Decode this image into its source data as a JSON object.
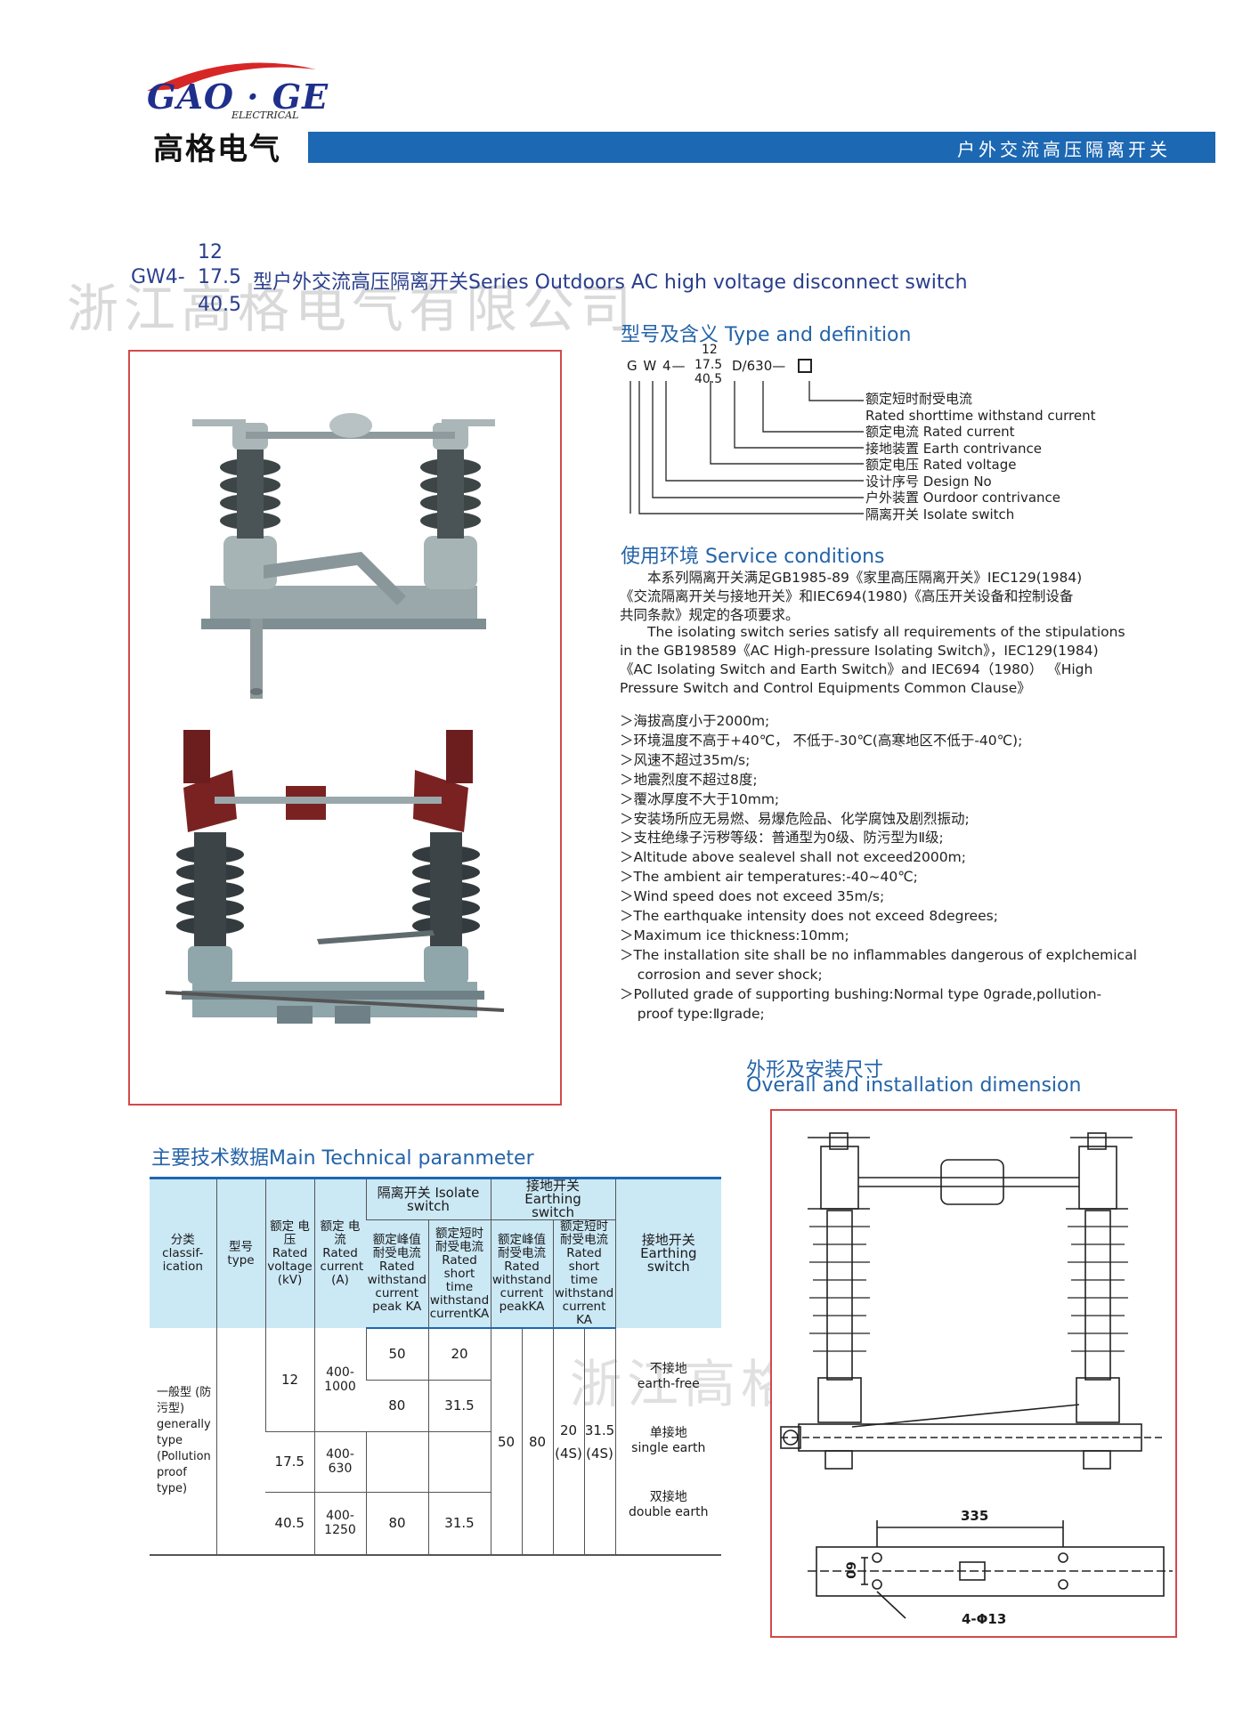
{
  "header": {
    "logo_latin": "GAO · GE",
    "logo_sub": "ELECTRICAL",
    "logo_cn": "高格电气",
    "bar_title": "户外交流高压隔离开关"
  },
  "title": {
    "prefix": "GW4-",
    "v1": "12",
    "v2": "17.5",
    "v3": "40.5",
    "rest": "型户外交流高压隔离开关Series Outdoors AC high voltage disconnect switch"
  },
  "watermark": "浙江高格电气有限公司",
  "type_def": {
    "heading": "型号及含义  Type and definition",
    "code_left": "G  W  4—",
    "code_v1": "12",
    "code_v2": "17.5",
    "code_v3": "40.5",
    "code_right": "D/630—",
    "lines": [
      "额定短时耐受电流",
      "Rated shorttime withstand current",
      "额定电流 Rated current",
      "接地装置 Earth contrivance",
      "额定电压 Rated voltage",
      "设计序号 Design No",
      "户外装置 Ourdoor contrivance",
      "隔离开关 Isolate switch"
    ]
  },
  "service": {
    "heading": "使用环境 Service conditions",
    "para_cn": [
      "本系列隔离开关满足GB1985-89《家里高压隔离开关》IEC129(1984)",
      "《交流隔离开关与接地开关》和IEC694(1980)《高压开关设备和控制设备",
      "共同条款》规定的各项要求。"
    ],
    "para_en": [
      "The isolating switch series satisfy all requirements of the stipulations",
      "in the GB198589《AC High-pressure Isolating Switch》，IEC129(1984)",
      "《AC Isolating Switch and Earth Switch》and IEC694（1980） 《High",
      "Pressure Switch and Control Equipments Common Clause》"
    ],
    "conditions": [
      "＞海拔高度小于2000m;",
      "＞环境温度不高于+40℃， 不低于-30℃(高寒地区不低于-40℃);",
      "＞风速不超过35m/s;",
      "＞地震烈度不超过8度;",
      "＞覆冰厚度不大于10mm;",
      "＞安装场所应无易燃、易爆危险品、化学腐蚀及剧烈振动;",
      "＞支柱绝缘子污秽等级：普通型为0级、防污型为Ⅱ级;",
      "＞Altitude above sealevel shall not exceed2000m;",
      "＞The ambient air temperatures:-40~40℃;",
      "＞Wind speed does not exceed 35m/s;",
      "＞The earthquake intensity does not exceed 8degrees;",
      "＞Maximum ice thickness:10mm;",
      "＞The installation site shall be no inflammables dangerous of explchemical",
      "    corrosion and sever shock;",
      "＞Polluted grade of supporting bushing:Normal type 0grade,pollution-",
      "    proof type:Ⅱgrade;"
    ]
  },
  "dimension": {
    "heading_cn": "外形及安装尺寸",
    "heading_en": "Overall and installation dimension",
    "dim_335": "335",
    "dim_60": "60",
    "dim_holes": "4-Φ13"
  },
  "tech": {
    "heading": "主要技术数据Main Technical paranmeter",
    "h_class": "分类 classif- ication",
    "h_type": "型号 type",
    "h_voltage": "额定 电压 Rated voltage (kV)",
    "h_current": "额定 电流 Rated current (A)",
    "h_isolate": "隔离开关 Isolate switch",
    "h_earth": "接地开关 Earthing switch",
    "h_peak": "额定峰值 耐受电流 Rated withstand current peak KA",
    "h_short": "额定短时 耐受电流 Rated short time withstand currentKA",
    "h_epeak": "额定峰值 耐受电流 Rated withstand current peakKA",
    "h_eshort": "额定短时 耐受电流 Rated short time withstand current KA",
    "h_eswitch": "接地开关 Earthing switch",
    "class_label": "一般型 (防污型) generally type (Pollution proof type)",
    "r1_voltage": "12",
    "r1_current": "400-1000",
    "r1a_peak": "50",
    "r1a_short": "20",
    "r1b_peak": "80",
    "r1b_short": "31.5",
    "r2_voltage": "17.5",
    "r2_current": "400-630",
    "r3_voltage": "40.5",
    "r3_current": "400-1250",
    "r3_peak": "80",
    "r3_short": "31.5",
    "e_peak1": "50",
    "e_peak2": "80",
    "e_short1": "20 (4S)",
    "e_short2": "31.5 (4S)",
    "es_1_cn": "不接地",
    "es_1_en": "earth-free",
    "es_2_cn": "单接地",
    "es_2_en": "single earth",
    "es_3_cn": "双接地",
    "es_3_en": "double earth"
  }
}
